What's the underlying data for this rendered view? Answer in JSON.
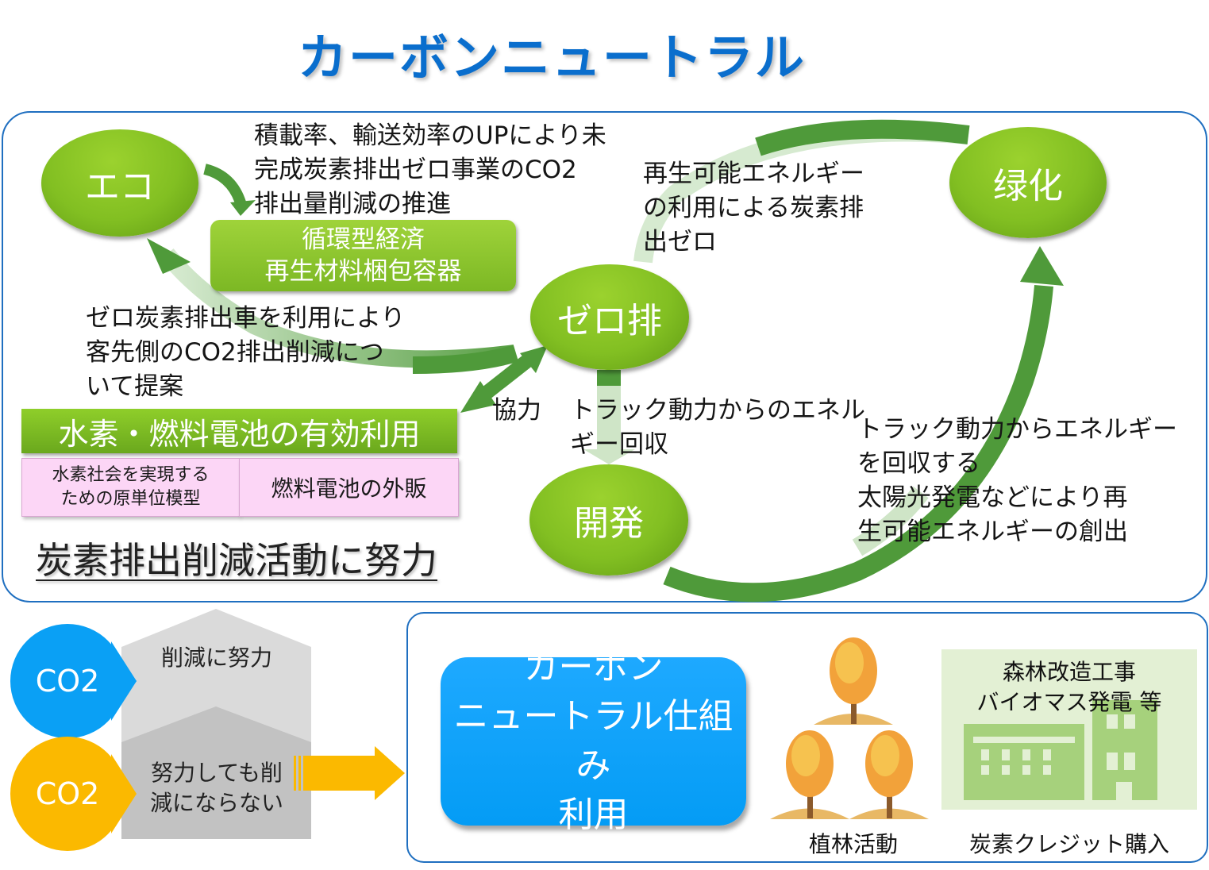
{
  "title": "カーボンニュートラル",
  "cycle": {
    "nodes": {
      "eco": "エコ",
      "greening": "绿化",
      "zero_emission": "ゼロ排",
      "development": "開発"
    },
    "annotations": {
      "eco_to_circular": "積載率、輸送効率のUPにより未\n完成炭素排出ゼロ事業のCO2\n排出量削減の推進",
      "greening_to_zero": "再生可能エネルギー\nの利用による炭素排\n出ゼロ",
      "zero_to_eco": "ゼロ炭素排出車を利用により\n客先側のCO2排出削減につ\nいて提案",
      "cooperation": "協力",
      "zero_to_dev": "トラック動力からのエネル\nギー回収",
      "dev_to_greening": "トラック動力からエネルギー\nを回収する\n太陽光発電などにより再\n生可能エネルギーの創出"
    },
    "circular_box": {
      "line1": "循環型経済",
      "line2": "再生材料梱包容器"
    },
    "hydrogen": {
      "header": "水素・燃料電池の有効利用",
      "cells": [
        "水素社会を実現する\nための原単位模型",
        "燃料電池の外販"
      ]
    },
    "effort_heading": "炭素排出削減活動に努力"
  },
  "bottom": {
    "co2_top": "CO2",
    "co2_bottom": "CO2",
    "house_top": "削減に努力",
    "house_bottom": "努力しても削\n減にならない",
    "carbon_button": {
      "line1": "カーボン",
      "line2": "ニュートラル仕組み",
      "line3": "利用"
    },
    "planting_caption": "植林活動",
    "forest_text": "森林改造工事\nバイオマス発電 等",
    "credit_caption": "炭素クレジット購入"
  },
  "colors": {
    "title_blue": "#0a6ecd",
    "node_green": "#82bf22",
    "arrow_green": "#4f9a3a",
    "co2_blue": "#0aa0f5",
    "co2_yellow": "#fbb900",
    "pink": "#fcd6f6",
    "button_blue": "#049cf5"
  }
}
